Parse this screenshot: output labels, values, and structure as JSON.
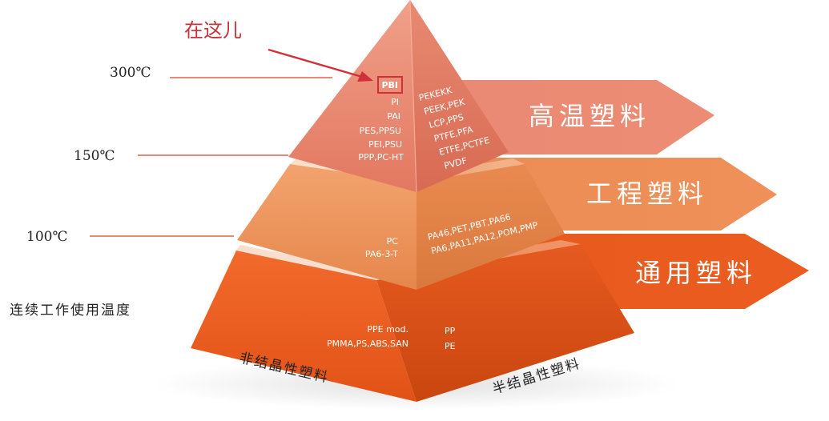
{
  "annotation": {
    "text": "在这儿",
    "highlight": "PBI",
    "color": "#d0303a"
  },
  "temperature_axis": {
    "label": "连续工作使用温度",
    "ticks": [
      "300℃",
      "150℃",
      "100℃"
    ]
  },
  "tiers": {
    "high": {
      "category": "高温塑料",
      "left_materials": [
        "PBI",
        "PI",
        "PAI",
        "PES,PPSU",
        "PEI,PSU",
        "PPP,PC-HT"
      ],
      "right_materials": [
        "PEKEKK",
        "PEEK,PEK",
        "LCP,PPS",
        "PTFE,PFA",
        "ETFE,PCTFE",
        "PVDF"
      ],
      "color": "#e8826a"
    },
    "engineering": {
      "category": "工程塑料",
      "left_materials": [
        "PC",
        "PA6-3-T"
      ],
      "right_materials": [
        "PA46,PET,PBT,PA66",
        "PA6,PA11,PA12,POM,PMP"
      ],
      "color": "#ea8a52"
    },
    "general": {
      "category": "通用塑料",
      "left_materials": [
        "PPE mod.",
        "PMMA,PS,ABS,SAN"
      ],
      "right_materials": [
        "PP",
        "PE"
      ],
      "color": "#e8561e"
    }
  },
  "base_labels": {
    "left": "非结晶性塑料",
    "right": "半结晶性塑料"
  }
}
